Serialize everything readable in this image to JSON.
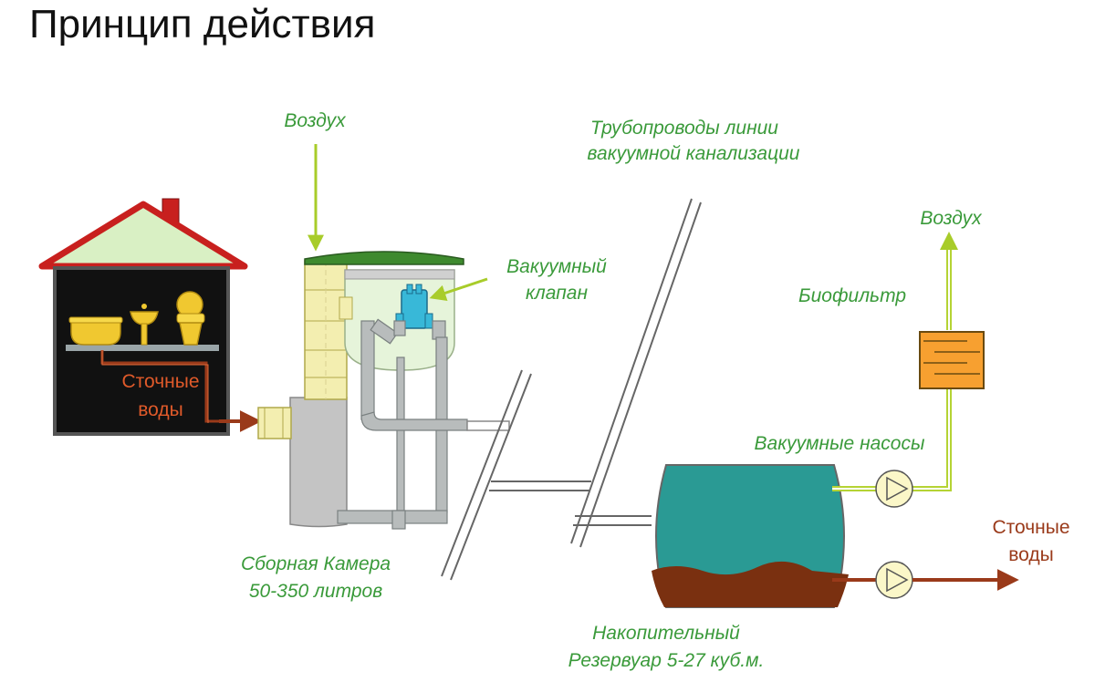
{
  "title": "Принцип действия",
  "labels": {
    "air_top": "Воздух",
    "pipelines_line1": "Трубопроводы линии",
    "pipelines_line2": "вакуумной канализации",
    "vacuum_valve_line1": "Вакуумный",
    "vacuum_valve_line2": "клапан",
    "air_right": "Воздух",
    "biofilter": "Биофильтр",
    "wastewater_house_line1": "Сточные",
    "wastewater_house_line2": "воды",
    "vacuum_pumps": "Вакуумные насосы",
    "wastewater_out_line1": "Сточные",
    "wastewater_out_line2": "воды",
    "collection_chamber_line1": "Сборная Камера",
    "collection_chamber_line2": "50-350 литров",
    "storage_tank_line1": "Накопительный",
    "storage_tank_line2": "Резервуар 5-27 куб.м."
  },
  "colors": {
    "label_green": "#3a9a3a",
    "label_brown": "#9a3a1a",
    "roof_red": "#c8201e",
    "house_interior": "#111111",
    "tank_teal": "#2a9a94",
    "sludge": "#7a3010",
    "biofilter_orange": "#f7a030",
    "air_pipe": "#b5d334",
    "chamber_yellow": "#f3eeb0",
    "chamber_grey": "#c4c4c4"
  }
}
